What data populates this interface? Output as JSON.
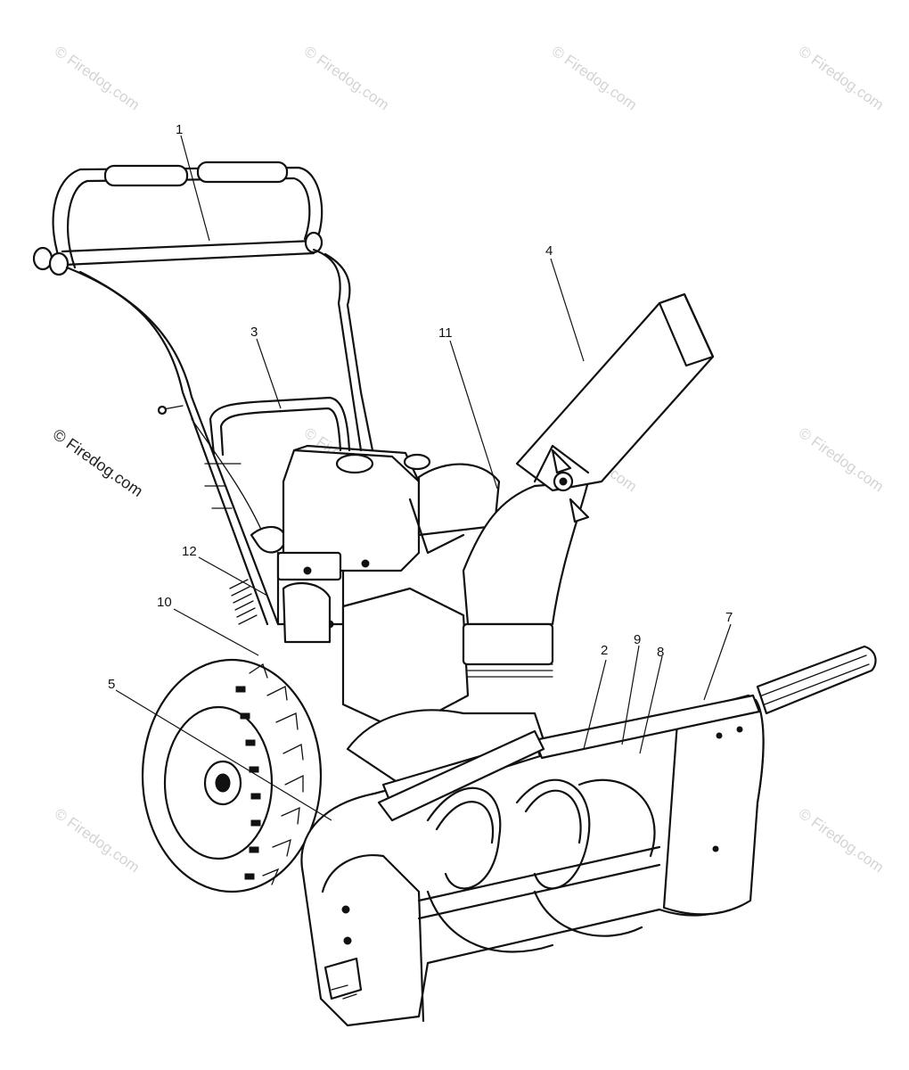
{
  "watermark": {
    "text": "© Firedog.com",
    "primary_text": "© Firedog.com"
  },
  "callouts": [
    {
      "label": "1"
    },
    {
      "label": "2"
    },
    {
      "label": "3"
    },
    {
      "label": "4"
    },
    {
      "label": "5"
    },
    {
      "label": "7"
    },
    {
      "label": "8"
    },
    {
      "label": "9"
    },
    {
      "label": "10"
    },
    {
      "label": "11"
    },
    {
      "label": "12"
    }
  ]
}
